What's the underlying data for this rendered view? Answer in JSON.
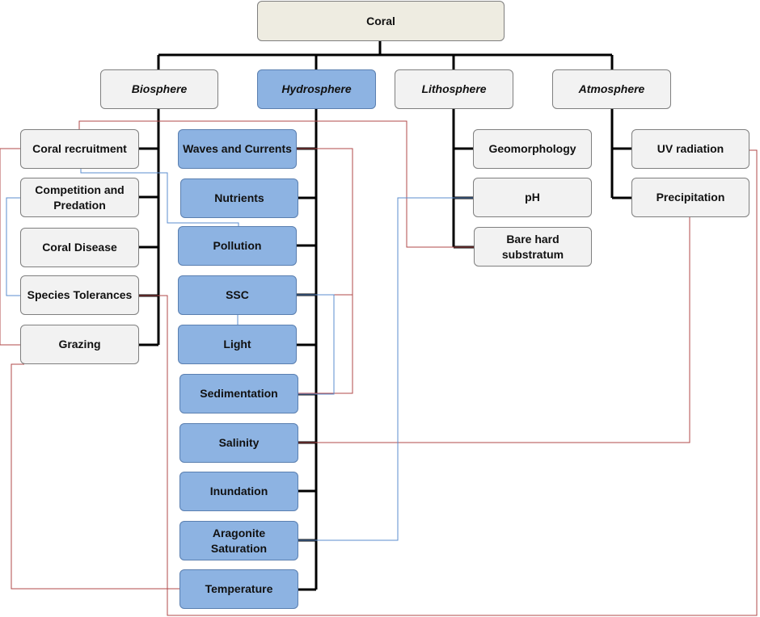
{
  "root": "Coral",
  "spheres": {
    "biosphere": "Biosphere",
    "hydrosphere": "Hydrosphere",
    "lithosphere": "Lithosphere",
    "atmosphere": "Atmosphere"
  },
  "biosphere_items": [
    "Coral recruitment",
    "Competition and Predation",
    "Coral Disease",
    "Species Tolerances",
    "Grazing"
  ],
  "hydrosphere_items": [
    "Waves and Currents",
    "Nutrients",
    "Pollution",
    "SSC",
    "Light",
    "Sedimentation",
    "Salinity",
    "Inundation",
    "Aragonite Saturation",
    "Temperature"
  ],
  "lithosphere_items": [
    "Geomorphology",
    "pH",
    "Bare hard substratum"
  ],
  "atmosphere_items": [
    "UV radiation",
    "Precipitation"
  ],
  "colors": {
    "hierarchy_line": "#000000",
    "link_red": "#b04a4a",
    "link_blue": "#5b8ecf",
    "hydrosphere_fill": "#8db3e2",
    "box_fill": "#f2f2f2",
    "root_fill": "#eeece1"
  }
}
